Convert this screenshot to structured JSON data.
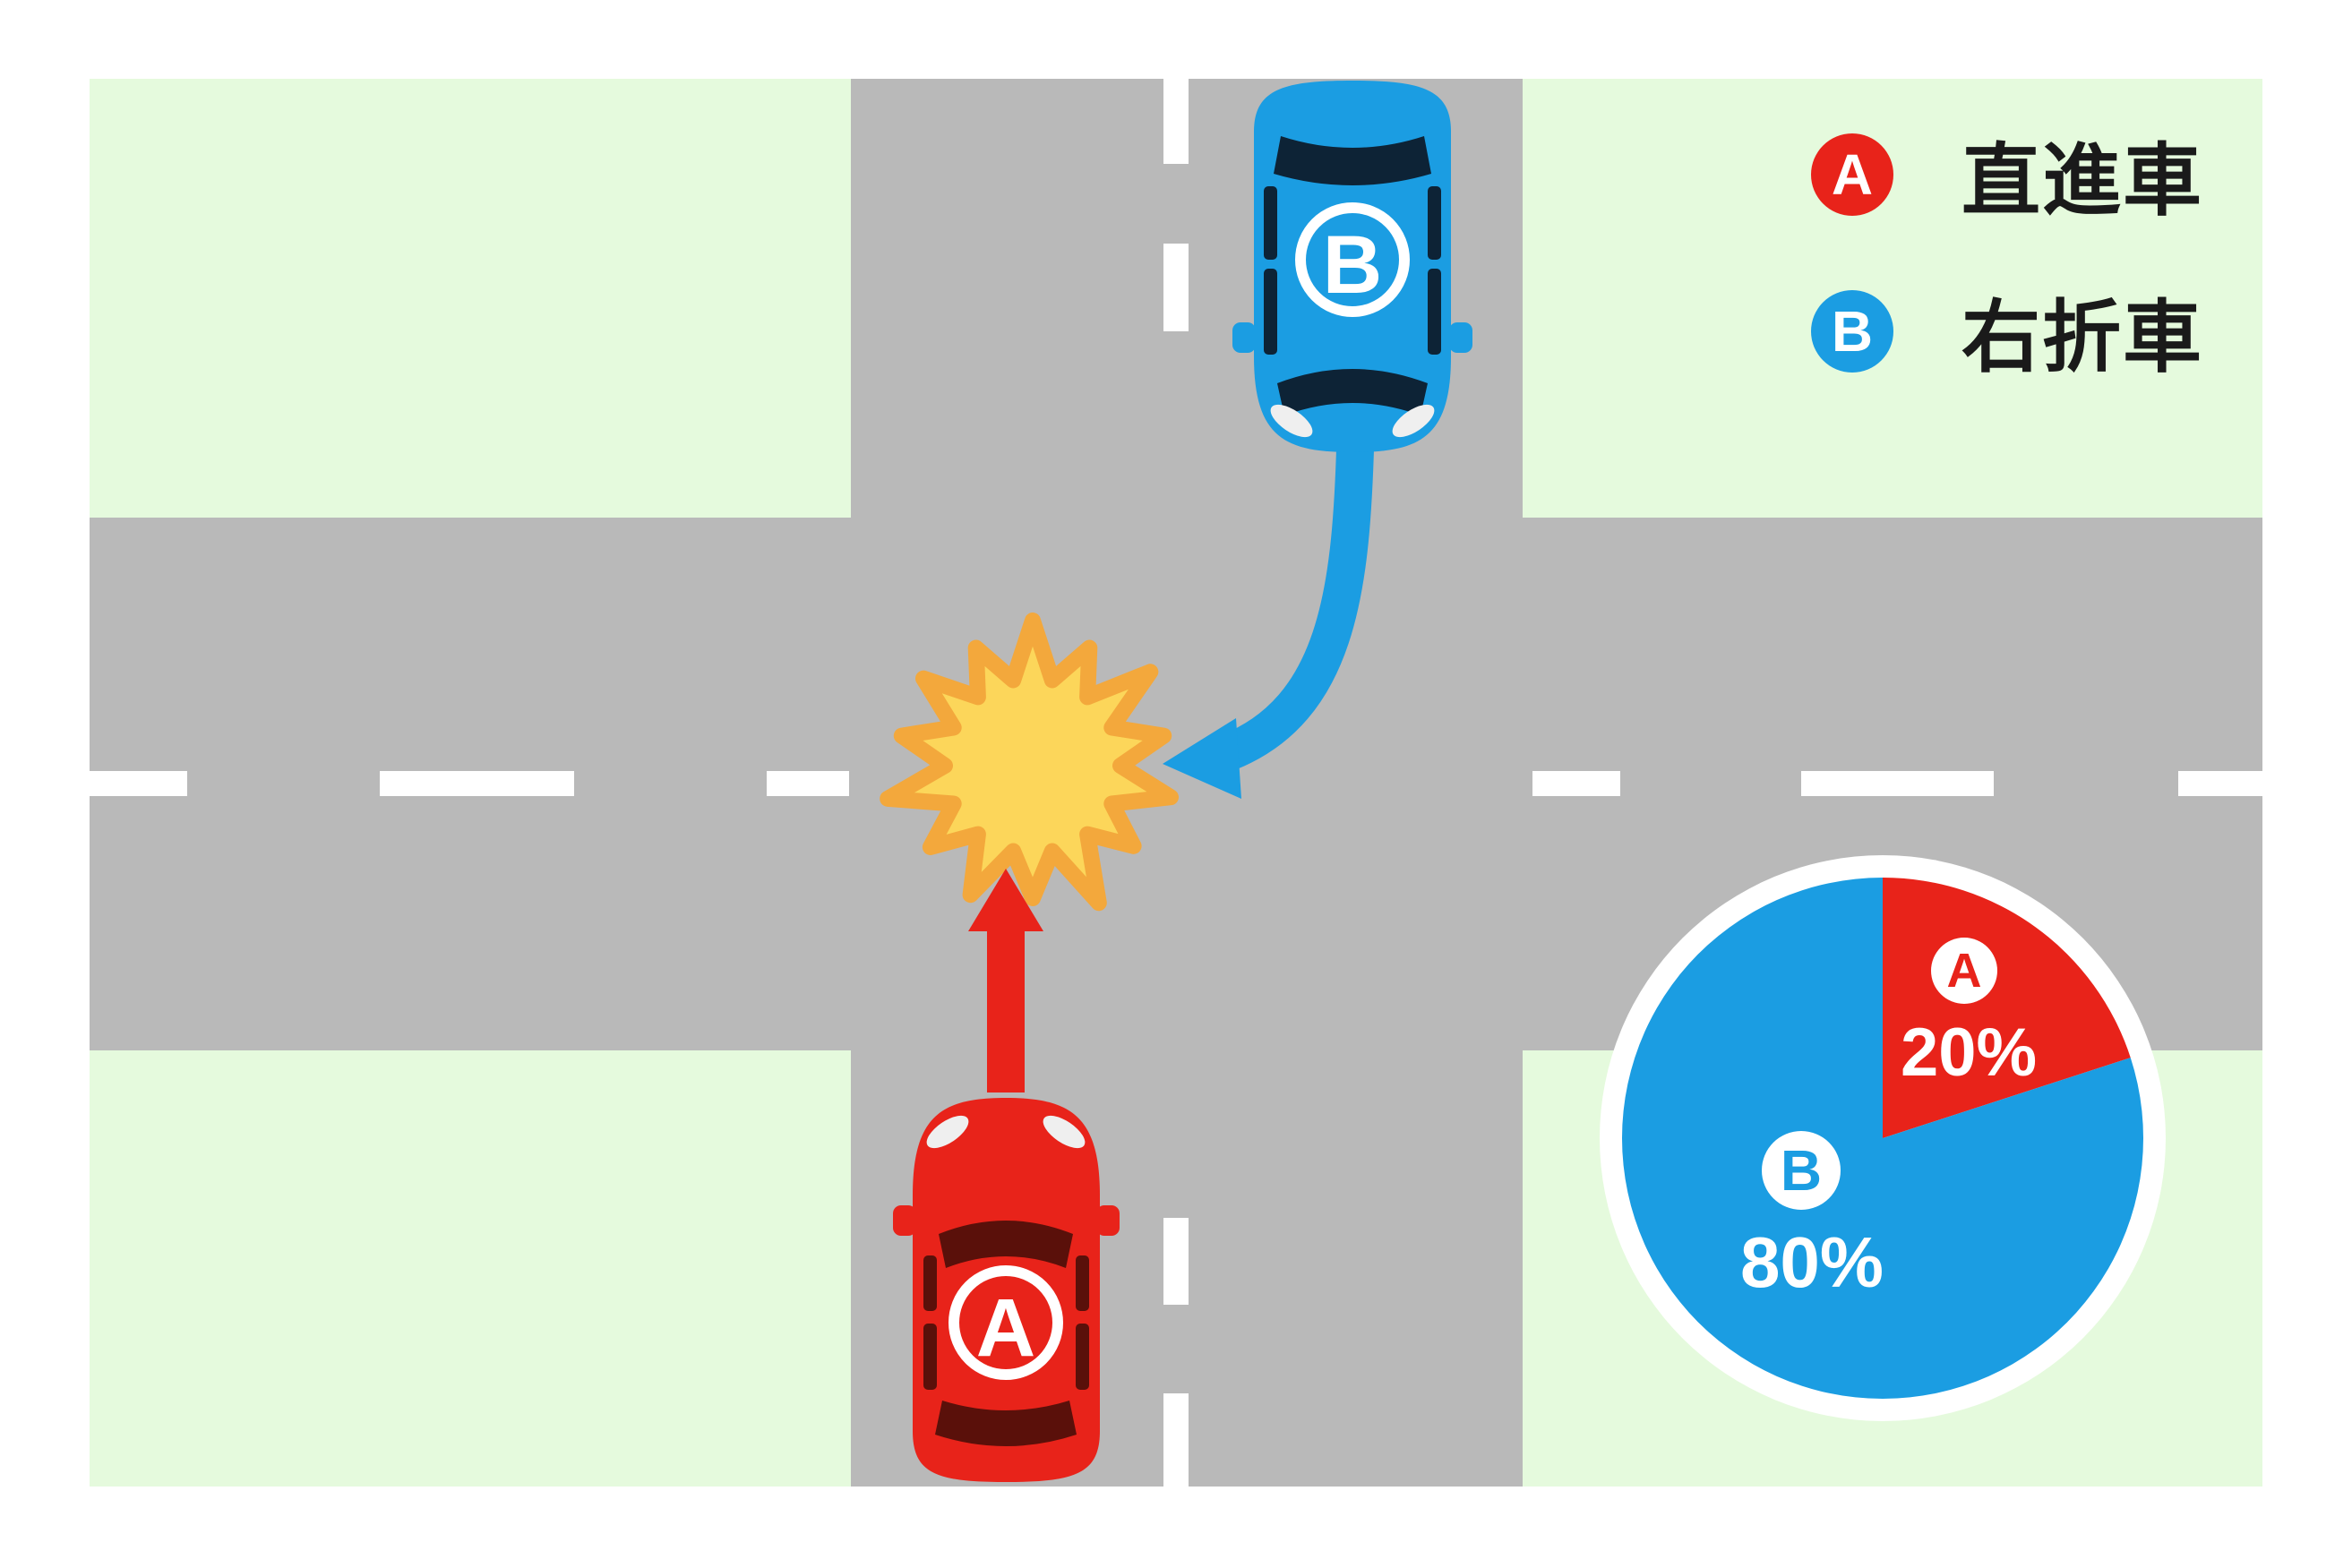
{
  "legend": {
    "items": [
      {
        "id": "A",
        "label": "直進車",
        "color": "#e8231a"
      },
      {
        "id": "B",
        "label": "右折車",
        "color": "#1b9de2"
      }
    ]
  },
  "vehicles": {
    "car_a_letter": "A",
    "car_b_letter": "B"
  },
  "collision": {
    "symbol": "starburst"
  },
  "chart_data": {
    "type": "pie",
    "title": "",
    "legend_position": "top-right",
    "start_angle_deg": -90,
    "direction": "clockwise",
    "slices": [
      {
        "label": "A",
        "value": 20,
        "display": "20%",
        "color": "#e8231a"
      },
      {
        "label": "B",
        "value": 80,
        "display": "80%",
        "color": "#1b9de2"
      }
    ]
  },
  "colors": {
    "red": "#e8231a",
    "blue": "#1b9de2",
    "window_red": "#5a100a",
    "window_blue": "#0d2336",
    "road_gray": "#b9b9b9",
    "grass_green": "#e5fadd",
    "burst_fill": "#fcd65a",
    "burst_stroke": "#f3a83c",
    "marking_white": "#ffffff"
  }
}
